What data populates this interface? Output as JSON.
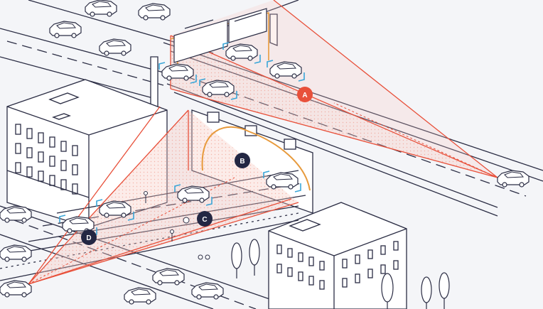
{
  "colors": {
    "background": "#f4f5f8",
    "line": "#2b2d44",
    "sensor_red": "#e8503a",
    "sensor_fill": "#f6c9c1",
    "detect_blue": "#3aa6d8",
    "radar_orange": "#e79a3c",
    "badge_dark": "#232743",
    "badge_red": "#e8503a"
  },
  "badges": [
    {
      "label": "A",
      "style": "red"
    },
    {
      "label": "B",
      "style": "dark"
    },
    {
      "label": "C",
      "style": "dark"
    },
    {
      "label": "D",
      "style": "dark"
    }
  ]
}
